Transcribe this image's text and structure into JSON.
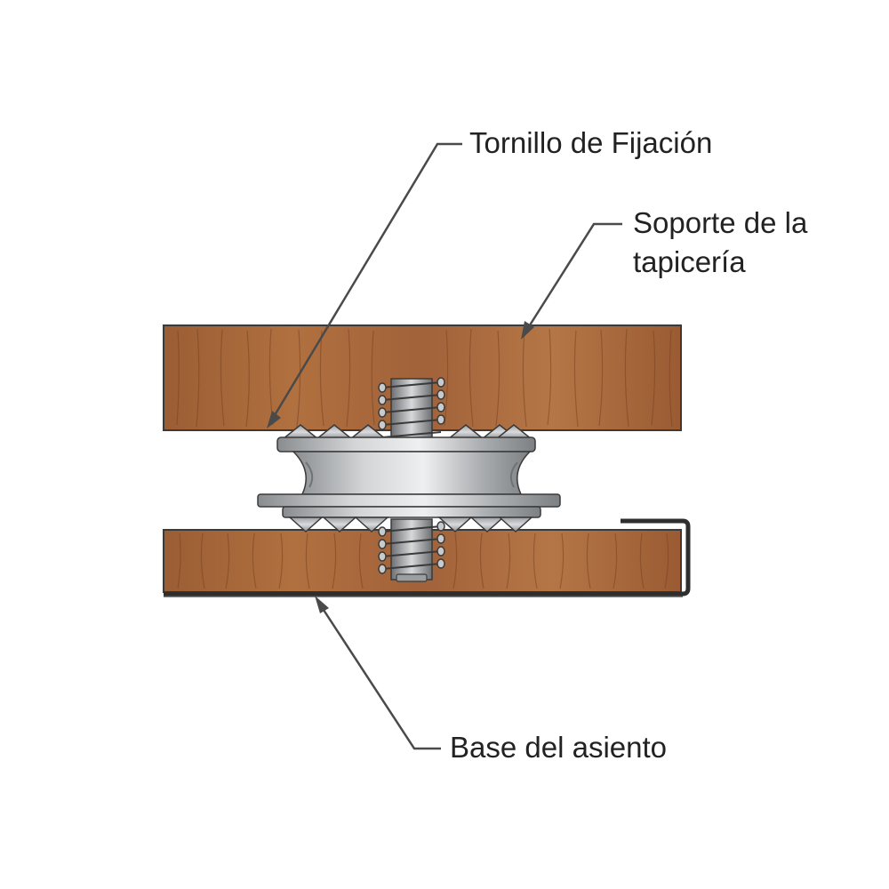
{
  "labels": {
    "fixing_screw": "Tornillo de Fijación",
    "upholstery_support_line1": "Soporte de la",
    "upholstery_support_line2": "tapicería",
    "seat_base": "Base del asiento"
  },
  "colors": {
    "wood": "#a0633a",
    "wood_dark": "#7a4422",
    "wood_light": "#c08258",
    "metal": "#b9bcbf",
    "metal_dark": "#6f7376",
    "outline": "#3a3a3a",
    "leader": "#4a4a4a"
  }
}
